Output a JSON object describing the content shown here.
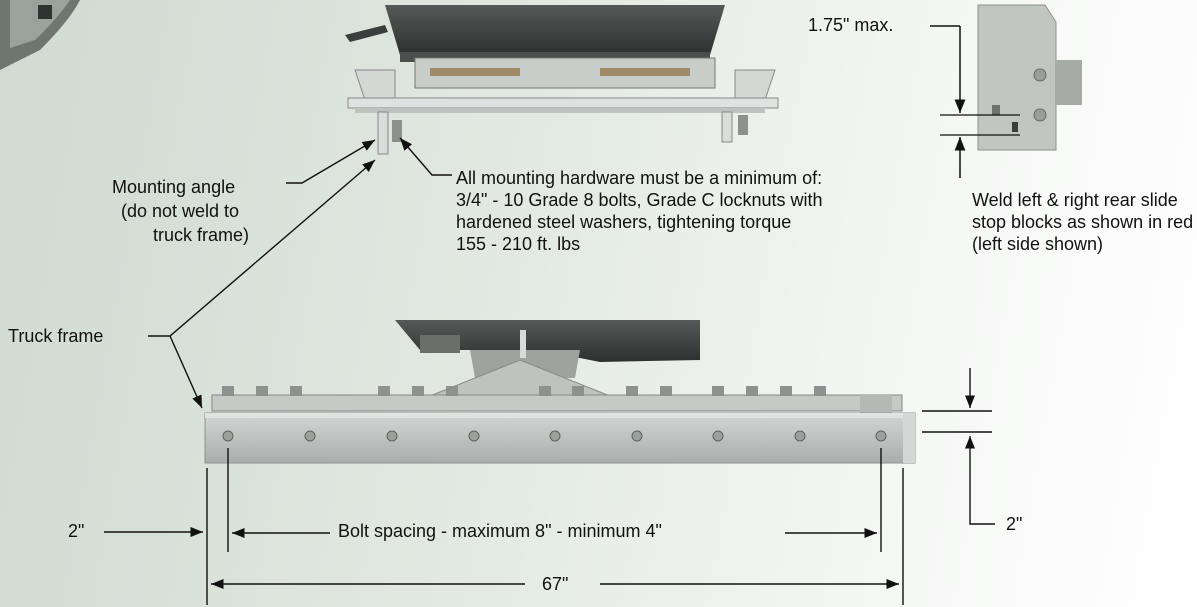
{
  "labels": {
    "max_height": "1.75\" max.",
    "weld_note": "Weld left & right rear slide stop blocks as shown in red (left side shown)",
    "mounting_angle": "Mounting angle",
    "mounting_angle_note_1": "(do not weld to",
    "mounting_angle_note_2": "truck frame)",
    "hardware_note": "All mounting hardware must be a minimum of: 3/4\" - 10 Grade 8 bolts, Grade C locknuts with hardened steel washers, tightening torque 155 - 210 ft. lbs",
    "truck_frame": "Truck frame",
    "edge_distance_left": "2\"",
    "edge_distance_right": "2\"",
    "bolt_spacing": "Bolt spacing - maximum 8\" - minimum 4\"",
    "overall_length": "67\""
  },
  "colors": {
    "frame": "#b9bdba",
    "frame_dark": "#8e9390",
    "hitch": "#3f4442",
    "line": "#111111"
  }
}
